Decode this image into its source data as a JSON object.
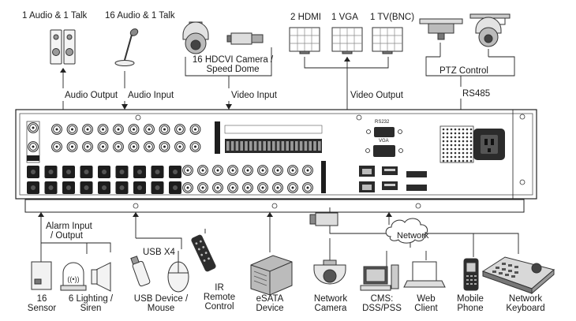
{
  "top": {
    "audio_out_devices": "1 Audio  & 1 Talk",
    "audio_in_devices": "16 Audio & 1 Talk",
    "camera_devices_line1": "16 HDCVI Camera /",
    "camera_devices_line2": "Speed Dome",
    "hdmi_monitors": "2 HDMI",
    "vga_monitors": "1 VGA",
    "tv_monitors": "1 TV(BNC)",
    "audio_output": "Audio  Output",
    "audio_input": "Audio  Input",
    "video_input": "Video Input",
    "video_output": "Video Output",
    "ptz_control": "PTZ Control",
    "rs485": "RS485"
  },
  "panel": {
    "rs232": "RS232",
    "vga": "VGA"
  },
  "bottom": {
    "alarm_io_line1": "Alarm Input",
    "alarm_io_line2": "/ Output",
    "usb_x4": "USB X4",
    "network": "Network",
    "sensor_line1": "16",
    "sensor_line2": "Sensor",
    "lighting_line1": "6 Lighting /",
    "lighting_line2": "Siren",
    "usb_device_line1": "USB Device /",
    "usb_device_line2": "Mouse",
    "ir_line1": "IR",
    "ir_line2": "Remote",
    "ir_line3": "Control",
    "esata_line1": "eSATA",
    "esata_line2": "Device",
    "netcam_line1": "Network",
    "netcam_line2": "Camera",
    "cms_line1": "CMS:",
    "cms_line2": "DSS/PSS",
    "web_line1": "Web",
    "web_line2": "Client",
    "mobile_line1": "Mobile",
    "mobile_line2": "Phone",
    "keyboard_line1": "Network",
    "keyboard_line2": "Keyboard"
  }
}
